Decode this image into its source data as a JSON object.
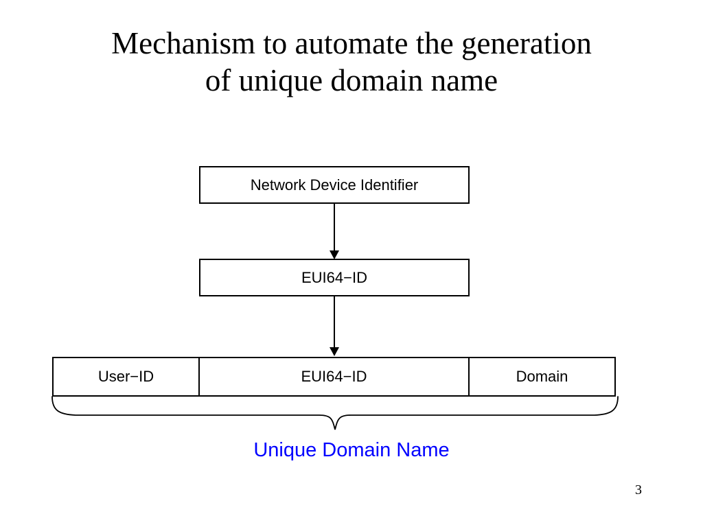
{
  "slide": {
    "title": "Mechanism to automate the generation\nof unique domain name",
    "page_number": "3",
    "background_color": "#ffffff",
    "caption": {
      "text": "Unique Domain Name",
      "color": "#0000ff"
    }
  },
  "diagram": {
    "boxes": [
      {
        "id": "network-device-identifier",
        "label": "Network Device Identifier"
      },
      {
        "id": "eui64-id",
        "label": "EUI64−ID"
      }
    ],
    "arrows": [
      {
        "id": "arrow-top",
        "from": "network-device-identifier",
        "to": "eui64-id"
      },
      {
        "id": "arrow-bottom",
        "from": "eui64-id",
        "to": "name-table"
      }
    ],
    "name_table": {
      "cells": [
        {
          "id": "user-id",
          "label": "User−ID"
        },
        {
          "id": "eui64-id",
          "label": "EUI64−ID"
        },
        {
          "id": "domain",
          "label": "Domain"
        }
      ]
    },
    "brace": {
      "name": "curly-brace-down",
      "stroke_color": "#000000"
    }
  }
}
